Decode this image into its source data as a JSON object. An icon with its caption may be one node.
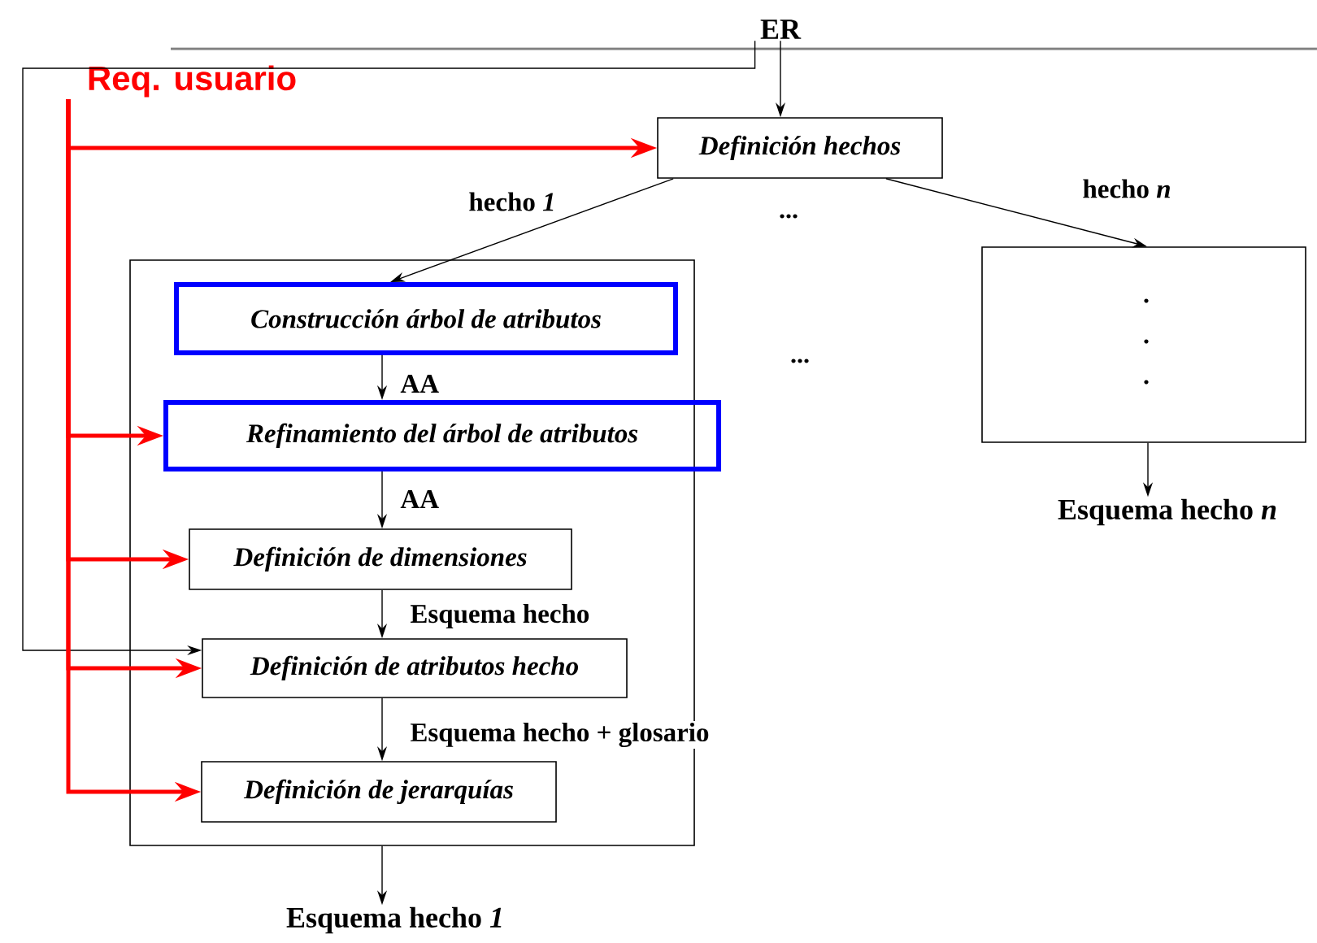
{
  "diagram": {
    "nodes": [
      {
        "text": [
          "ER"
        ]
      },
      {
        "text": [
          "Req. usuario"
        ]
      },
      {
        "text": [
          "Definición  hechos"
        ]
      },
      {
        "text": [],
        "shape": "box"
      },
      {
        "text": [
          "Construcción árbol de atributos"
        ],
        "in": 3
      },
      {
        "text": [
          "Refinamiento del árbol de atributos"
        ],
        "in": 3
      },
      {
        "text": [
          "Definición de dimensiones"
        ],
        "in": 3
      },
      {
        "text": [
          "Definición de atributos hecho"
        ],
        "in": 3
      },
      {
        "text": [
          "Definición de jerarquías"
        ],
        "in": 3
      },
      {
        "text": [],
        "shape": "box"
      },
      {
        "text": [
          "Esquema hecho *1*"
        ]
      },
      {
        "text": [
          "Esquema hecho *n*"
        ]
      }
    ],
    "edges": [
      {
        "from": 0,
        "to": 2,
        "arrow": "to"
      },
      {
        "from": 2,
        "to": 4,
        "arrow": "to",
        "label": "hecho *1*"
      },
      {
        "from": 2,
        "to": 9,
        "arrow": "to",
        "label": "hecho *n*"
      },
      {
        "from": 4,
        "to": 5,
        "arrow": "to",
        "label": "AA"
      },
      {
        "from": 5,
        "to": 6,
        "arrow": "to",
        "label": "AA"
      },
      {
        "from": 6,
        "to": 7,
        "arrow": "to",
        "label": "Esquema hecho"
      },
      {
        "from": 7,
        "to": 8,
        "arrow": "to",
        "label": "Esquema hecho + glosario"
      },
      {
        "from": 3,
        "to": 10,
        "arrow": "to"
      },
      {
        "from": 9,
        "to": 11,
        "arrow": "to"
      },
      {
        "from": 0,
        "to": 7,
        "arrow": "to"
      },
      {
        "from": 1,
        "to": 2,
        "arrow": "to",
        "style": "thick",
        "color": "#ff0000"
      },
      {
        "from": 1,
        "to": 5,
        "arrow": "to",
        "style": "thick",
        "color": "#ff0000"
      },
      {
        "from": 1,
        "to": 6,
        "arrow": "to",
        "style": "thick",
        "color": "#ff0000"
      },
      {
        "from": 1,
        "to": 7,
        "arrow": "to",
        "style": "thick",
        "color": "#ff0000"
      },
      {
        "from": 1,
        "to": 8,
        "arrow": "to",
        "style": "thick",
        "color": "#ff0000"
      }
    ],
    "labels": [
      "...",
      "..."
    ]
  }
}
